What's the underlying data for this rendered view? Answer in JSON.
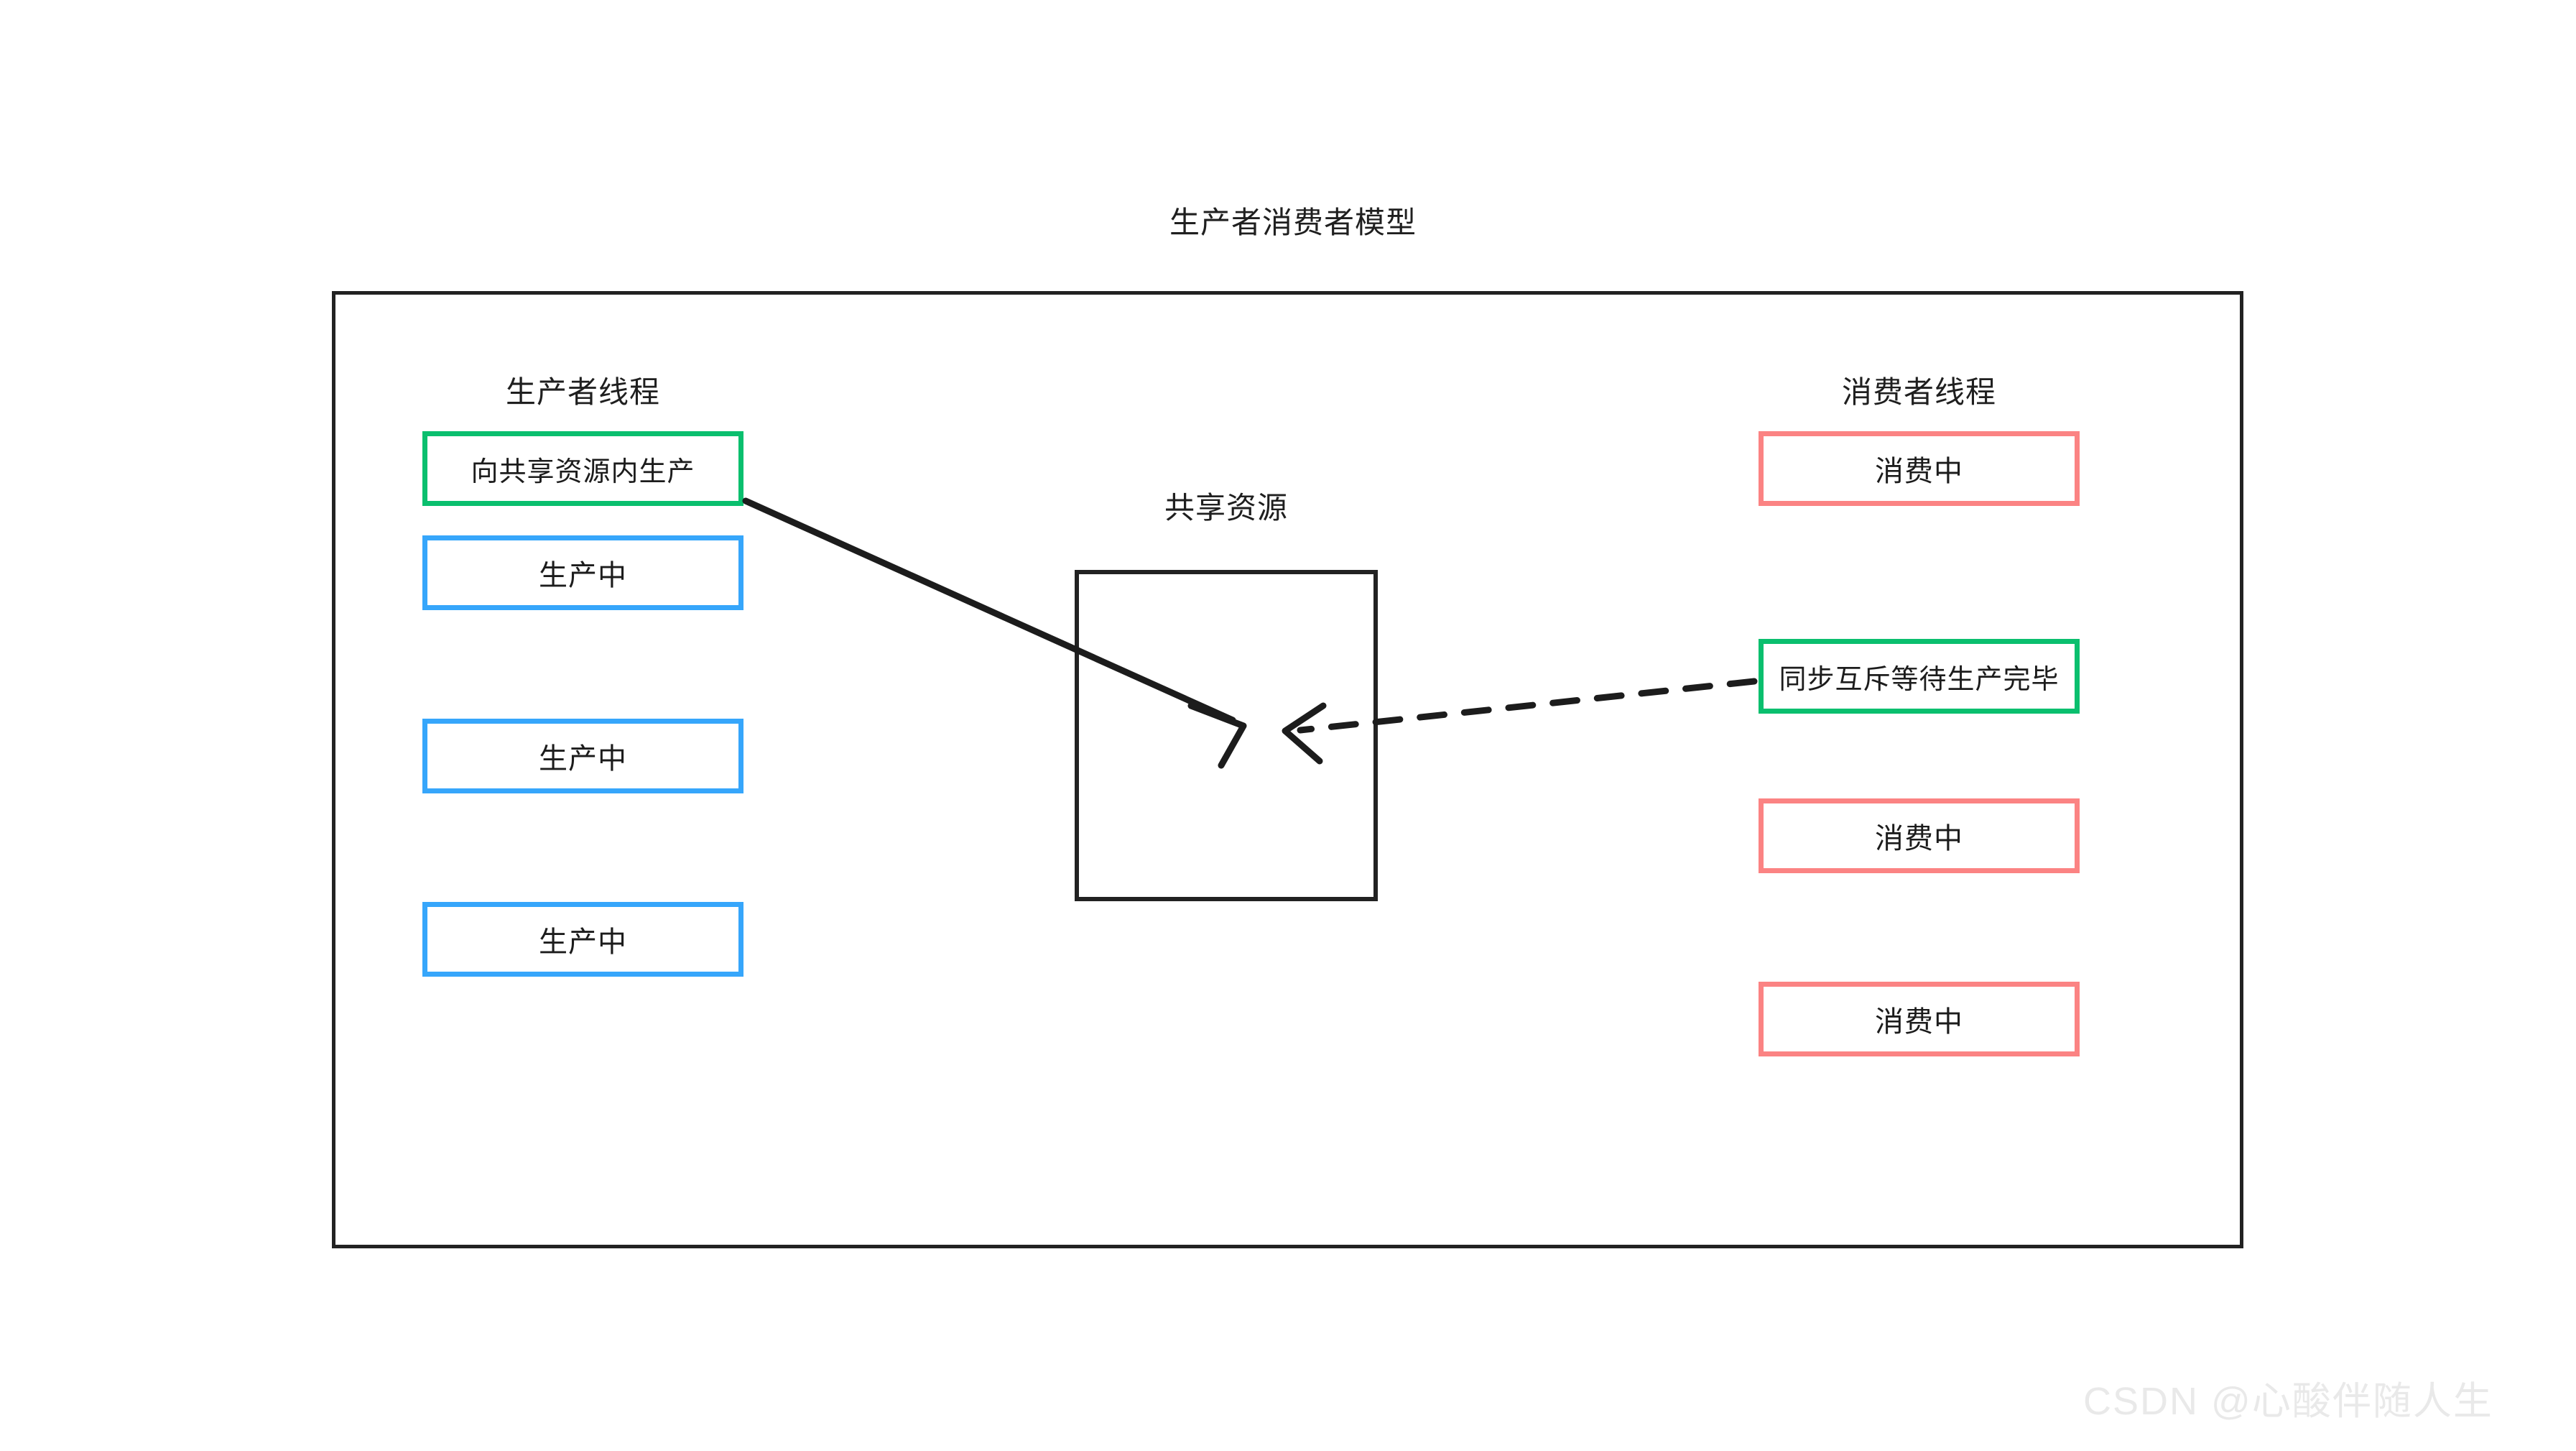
{
  "diagram": {
    "title": "生产者消费者模型",
    "watermark": "CSDN @心酸伴随人生"
  },
  "columns": {
    "producer": {
      "header": "生产者线程",
      "boxes": [
        {
          "label": "向共享资源内生产",
          "color": "#0ABF6E",
          "state": "green"
        },
        {
          "label": "生产中",
          "color": "#36A6FB",
          "state": "blue"
        },
        {
          "label": "生产中",
          "color": "#36A6FB",
          "state": "blue"
        },
        {
          "label": "生产中",
          "color": "#36A6FB",
          "state": "blue"
        }
      ]
    },
    "consumer": {
      "header": "消费者线程",
      "boxes": [
        {
          "label": "消费中",
          "color": "#FB8383",
          "state": "salmon"
        },
        {
          "label": "同步互斥等待生产完毕",
          "color": "#0ABF6E",
          "state": "green"
        },
        {
          "label": "消费中",
          "color": "#FB8383",
          "state": "salmon"
        },
        {
          "label": "消费中",
          "color": "#FB8383",
          "state": "salmon"
        }
      ]
    }
  },
  "shared_resource": {
    "label": "共享资源"
  },
  "arrows": [
    {
      "name": "produce-arrow",
      "style": "solid",
      "from": "向共享资源内生产",
      "to": "共享资源"
    },
    {
      "name": "consume-wait-arrow",
      "style": "dashed",
      "from": "同步互斥等待生产完毕",
      "to": "共享资源"
    }
  ],
  "colors": {
    "green": "#0ABF6E",
    "blue": "#36A6FB",
    "salmon": "#FB8383",
    "frame": "#222222",
    "text": "#1f1f1f",
    "watermark": "#e9e9e9"
  }
}
